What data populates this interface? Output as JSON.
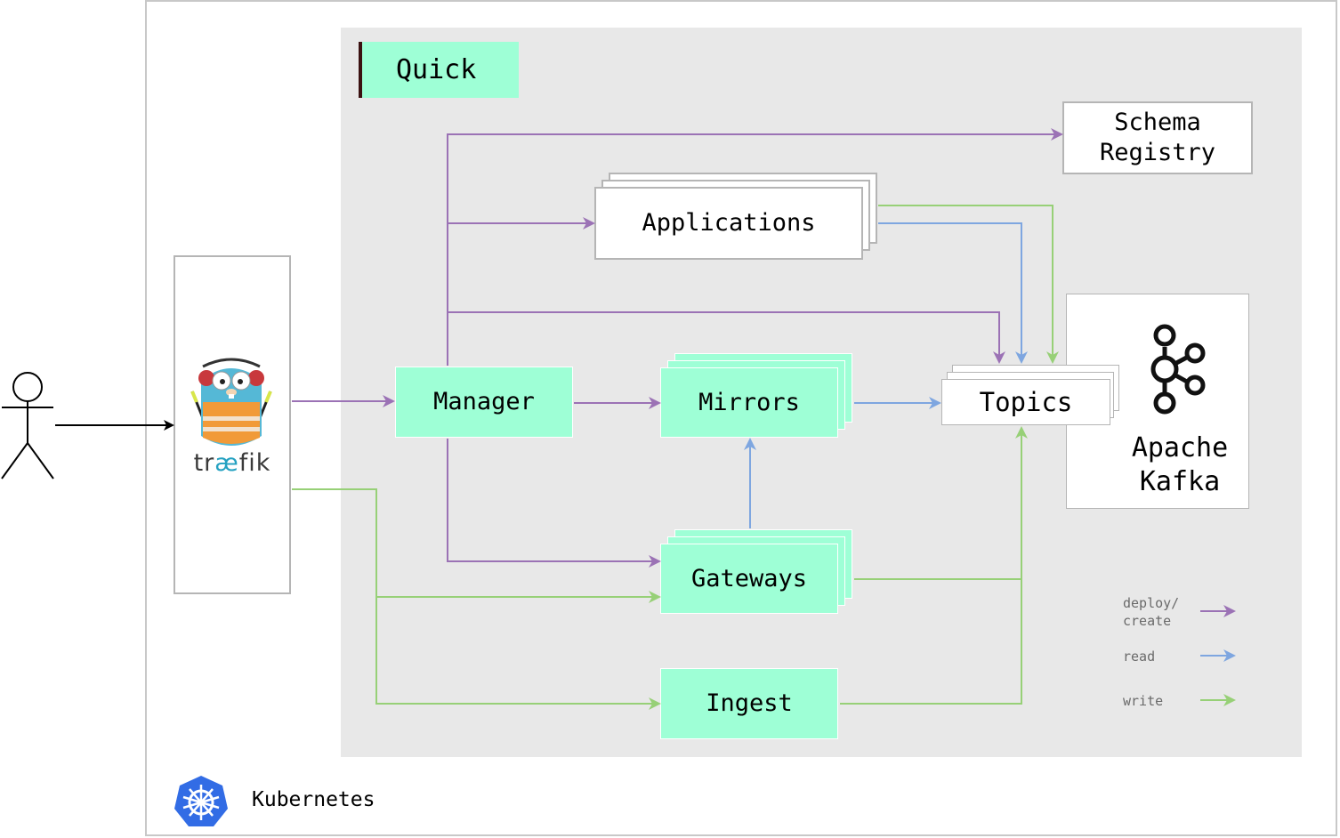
{
  "diagram": {
    "platform_label": "Kubernetes",
    "group_label": "Quick",
    "traefik_label": {
      "pre": "tr",
      "ae": "æ",
      "post": "fik"
    },
    "nodes": {
      "manager": "Manager",
      "mirrors": "Mirrors",
      "gateways": "Gateways",
      "ingest": "Ingest",
      "applications": "Applications",
      "schema_registry": [
        "Schema",
        "Registry"
      ],
      "topics": "Topics",
      "kafka": [
        "Apache",
        "Kafka"
      ]
    },
    "legend": {
      "deploy": [
        "deploy/",
        "create"
      ],
      "read": "read",
      "write": "write"
    },
    "colors": {
      "deploy": "#9b72b5",
      "read": "#7ea6e0",
      "write": "#97d077",
      "component_fill": "#9effd6",
      "quick_background": "#e8e8e8",
      "tab_accent": "#3b1111"
    },
    "icons": {
      "user": "stick-figure-icon",
      "traefik": "traefik-gopher-logo",
      "kafka": "kafka-logo-icon",
      "kubernetes": "kubernetes-helm-icon"
    }
  }
}
